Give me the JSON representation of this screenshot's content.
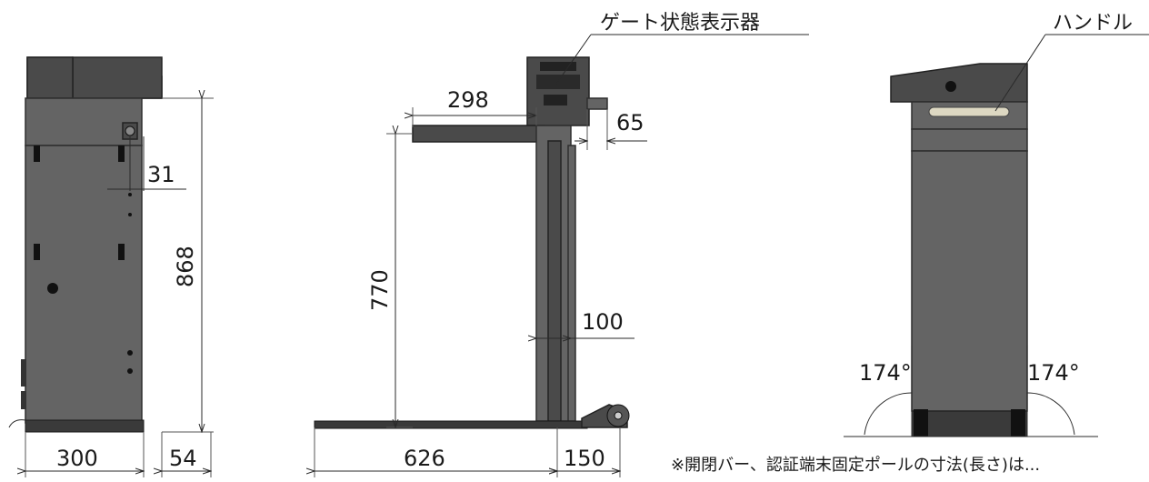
{
  "labels": {
    "status_display": "ゲート状態表示器",
    "handle": "ハンドル"
  },
  "dimensions": {
    "width_300": "300",
    "depth_54": "54",
    "height_868": "868",
    "offset_31": "31",
    "bar_298": "298",
    "handle_65": "65",
    "bar_height_770": "770",
    "pole_100": "100",
    "base_626": "626",
    "base_150": "150",
    "angle_left": "174°",
    "angle_right": "174°"
  },
  "note": "※開閉バー、認証端末固定ポールの寸法(長さ)は..."
}
